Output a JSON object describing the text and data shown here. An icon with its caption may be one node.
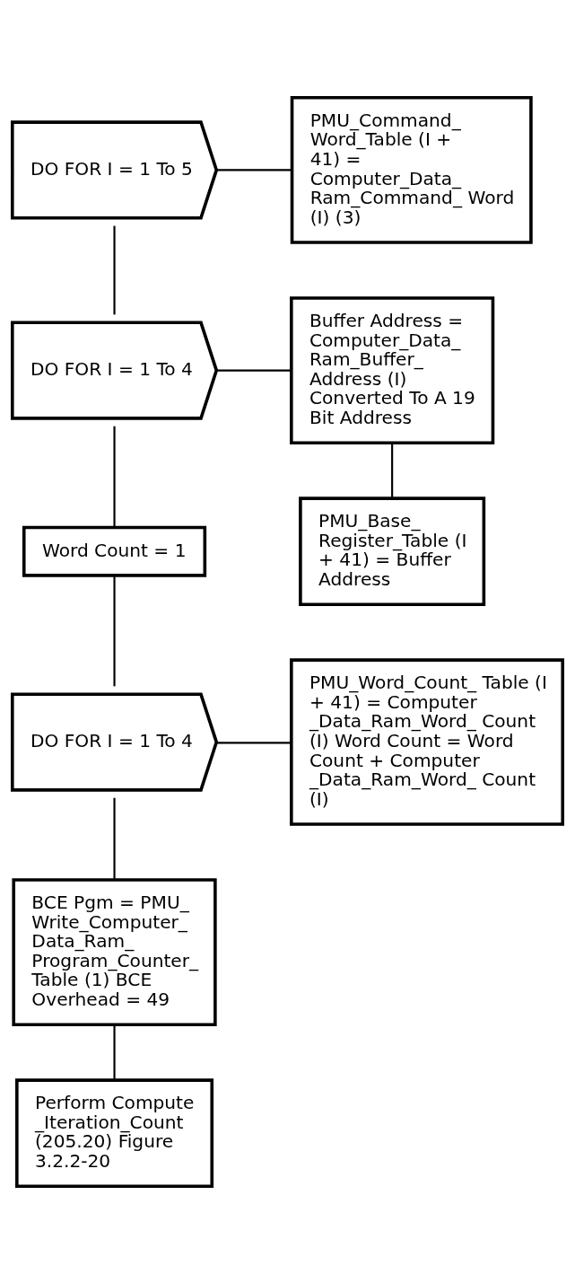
{
  "diagram": {
    "nodes": [
      {
        "text": [
          "DO FOR I = 1 To 5"
        ]
      },
      {
        "text": [
          "PMU_Command_ Word_Table (I + 41) = Computer_Data_ Ram_Command_ Word (I) (3)"
        ]
      },
      {
        "text": [
          "DO FOR I = 1 To 4"
        ]
      },
      {
        "text": [
          "Buffer Address = Computer_Data_ Ram_Buffer_ Address (I) Converted To A 19 Bit Address"
        ]
      },
      {
        "text": [
          "PMU_Base_ Register_Table (I + 41) = Buffer Address"
        ]
      },
      {
        "text": [
          "Word Count = 1"
        ]
      },
      {
        "text": [
          "DO FOR I = 1 To 4"
        ]
      },
      {
        "text": [
          "PMU_Word_Count_ Table (I + 41) = Computer _Data_Ram_Word_ Count (I) Word Count = Word Count + Computer _Data_Ram_Word_ Count (I)"
        ]
      },
      {
        "text": [
          "BCE Pgm = PMU_ Write_Computer_ Data_Ram_ Program_Counter_ Table (1) BCE Overhead = 49"
        ]
      },
      {
        "text": [
          "Perform Compute _Iteration_Count (205.20) Figure 3.2.2-20"
        ]
      }
    ],
    "edges": [
      {
        "from": 0,
        "to": 1,
        "arrow": "none"
      },
      {
        "from": 0,
        "to": 2,
        "arrow": "none"
      },
      {
        "from": 2,
        "to": 3,
        "arrow": "none"
      },
      {
        "from": 3,
        "to": 4,
        "arrow": "none"
      },
      {
        "from": 2,
        "to": 5,
        "arrow": "none"
      },
      {
        "from": 5,
        "to": 6,
        "arrow": "none"
      },
      {
        "from": 6,
        "to": 7,
        "arrow": "none"
      },
      {
        "from": 6,
        "to": 8,
        "arrow": "none"
      },
      {
        "from": 8,
        "to": 9,
        "arrow": "none"
      }
    ]
  }
}
